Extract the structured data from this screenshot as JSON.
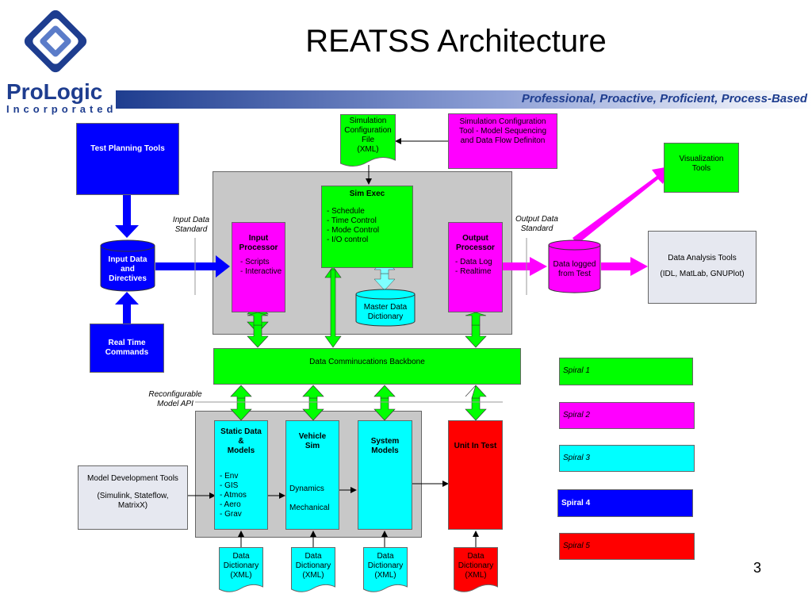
{
  "header": {
    "title": "REATSS Architecture",
    "logo_text": "ProLogic",
    "logo_sub": "Incorporated",
    "tagline": "Professional, Proactive, Proficient, Process-Based"
  },
  "page_number": "3",
  "nodes": {
    "test_planning": "Test Planning Tools",
    "input_data": "Input Data\nand\nDirectives",
    "real_time": "Real Time\nCommands",
    "input_label": "Input Data\nStandard",
    "output_label": "Output Data\nStandard",
    "sim_config_file": "Simulation\nConfiguration\nFile\n(XML)",
    "sim_config_tool": "Simulation Configuration\nTool - Model Sequencing\nand Data Flow Definiton",
    "visualization": "Visualization\nTools",
    "data_analysis_title": "Data Analysis Tools",
    "data_analysis_sub": "(IDL, MatLab, GNUPlot)",
    "sim_exec_title": "Sim Exec",
    "sim_exec_items": "- Schedule\n- Time Control\n- Mode Control\n- I/O control",
    "input_proc_title": "Input\nProcessor",
    "input_proc_items": "- Scripts\n- Interactive",
    "output_proc_title": "Output\nProcessor",
    "output_proc_items": "- Data Log\n- Realtime",
    "master_dict": "Master Data\nDictionary",
    "data_logged": "Data logged\nfrom Test",
    "backbone": "Data Comminucations Backbone",
    "reconfig": "Reconfigurable\nModel API",
    "static_title": "Static Data\n&\nModels",
    "static_items": "- Env\n- GIS\n- Atmos\n- Aero\n- Grav",
    "vehicle_title": "Vehicle\nSim",
    "vehicle_items": "Dynamics\n\nMechanical",
    "system_title": "System\nModels",
    "unit_test": "Unit In Test",
    "model_dev_title": "Model Development Tools",
    "model_dev_sub": "(Simulink, Stateflow,\nMatrixX)",
    "dict_xml": "Data\nDictionary\n(XML)"
  },
  "legend": [
    {
      "label": "Spiral 1",
      "color": "#00ff00"
    },
    {
      "label": "Spiral 2",
      "color": "#ff00ff"
    },
    {
      "label": "Spiral 3",
      "color": "#00ffff"
    },
    {
      "label": "Spiral 4",
      "color": "#0000ff"
    },
    {
      "label": "Spiral 5",
      "color": "#ff0000"
    }
  ],
  "colors": {
    "green": "#00ff00",
    "magenta": "#ff00ff",
    "cyan": "#00ffff",
    "blue": "#0000ff",
    "red": "#ff0000",
    "gray": "#c8c8c8",
    "lightgray": "#e6e8f0",
    "brand": "#1e3d8f"
  }
}
